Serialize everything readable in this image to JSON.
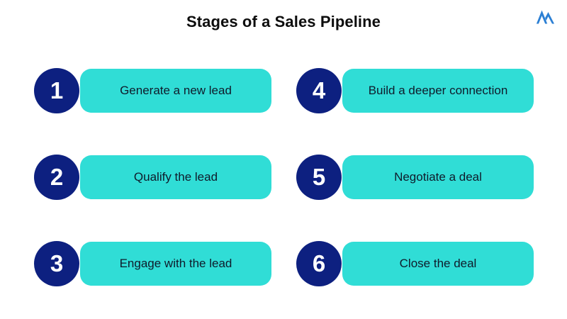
{
  "page": {
    "title": "Stages of a Sales Pipeline",
    "background_color": "#ffffff"
  },
  "logo": {
    "name": "mountain-logo",
    "color": "#2b7fd4"
  },
  "theme": {
    "badge_color": "#0d2080",
    "pill_color": "#30ddd6",
    "pill_text_color": "#0f1b2b",
    "title_color": "#0d0d0d",
    "number_color": "#ffffff"
  },
  "stages": [
    {
      "number": "1",
      "label": "Generate a new lead"
    },
    {
      "number": "2",
      "label": "Qualify the lead"
    },
    {
      "number": "3",
      "label": "Engage with the lead"
    },
    {
      "number": "4",
      "label": "Build a deeper connection"
    },
    {
      "number": "5",
      "label": "Negotiate a deal"
    },
    {
      "number": "6",
      "label": "Close the deal"
    }
  ]
}
